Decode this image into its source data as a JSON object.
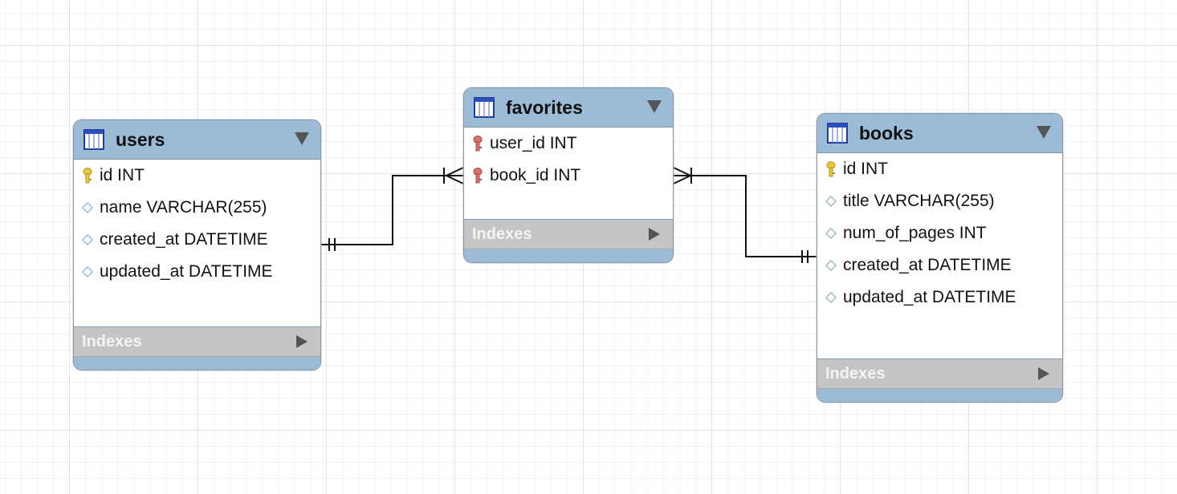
{
  "tables": {
    "users": {
      "name": "users",
      "columns": [
        {
          "text": "id INT",
          "icon": "primary-key-icon"
        },
        {
          "text": "name VARCHAR(255)",
          "icon": "column-diamond-icon"
        },
        {
          "text": "created_at DATETIME",
          "icon": "column-diamond-icon"
        },
        {
          "text": "updated_at DATETIME",
          "icon": "column-diamond-icon"
        }
      ],
      "indexes_label": "Indexes"
    },
    "favorites": {
      "name": "favorites",
      "columns": [
        {
          "text": "user_id INT",
          "icon": "foreign-key-icon"
        },
        {
          "text": "book_id INT",
          "icon": "foreign-key-icon"
        }
      ],
      "indexes_label": "Indexes"
    },
    "books": {
      "name": "books",
      "columns": [
        {
          "text": "id INT",
          "icon": "primary-key-icon"
        },
        {
          "text": "title VARCHAR(255)",
          "icon": "column-diamond-icon"
        },
        {
          "text": "num_of_pages INT",
          "icon": "column-diamond-icon"
        },
        {
          "text": "created_at DATETIME",
          "icon": "column-diamond-icon"
        },
        {
          "text": "updated_at DATETIME",
          "icon": "column-diamond-icon"
        }
      ],
      "indexes_label": "Indexes"
    }
  },
  "relationships": [
    {
      "from": "users",
      "to": "favorites",
      "from_cardinality": "one-and-only-one",
      "to_cardinality": "one-or-many"
    },
    {
      "from": "books",
      "to": "favorites",
      "from_cardinality": "one-and-only-one",
      "to_cardinality": "one-or-many"
    }
  ],
  "colors": {
    "header": "#9bbbd6",
    "indexes_bar": "#c5c5c5",
    "primary_key": "#e8c53a",
    "foreign_key": "#d9706a",
    "column_icon": "#8fb3cc"
  }
}
